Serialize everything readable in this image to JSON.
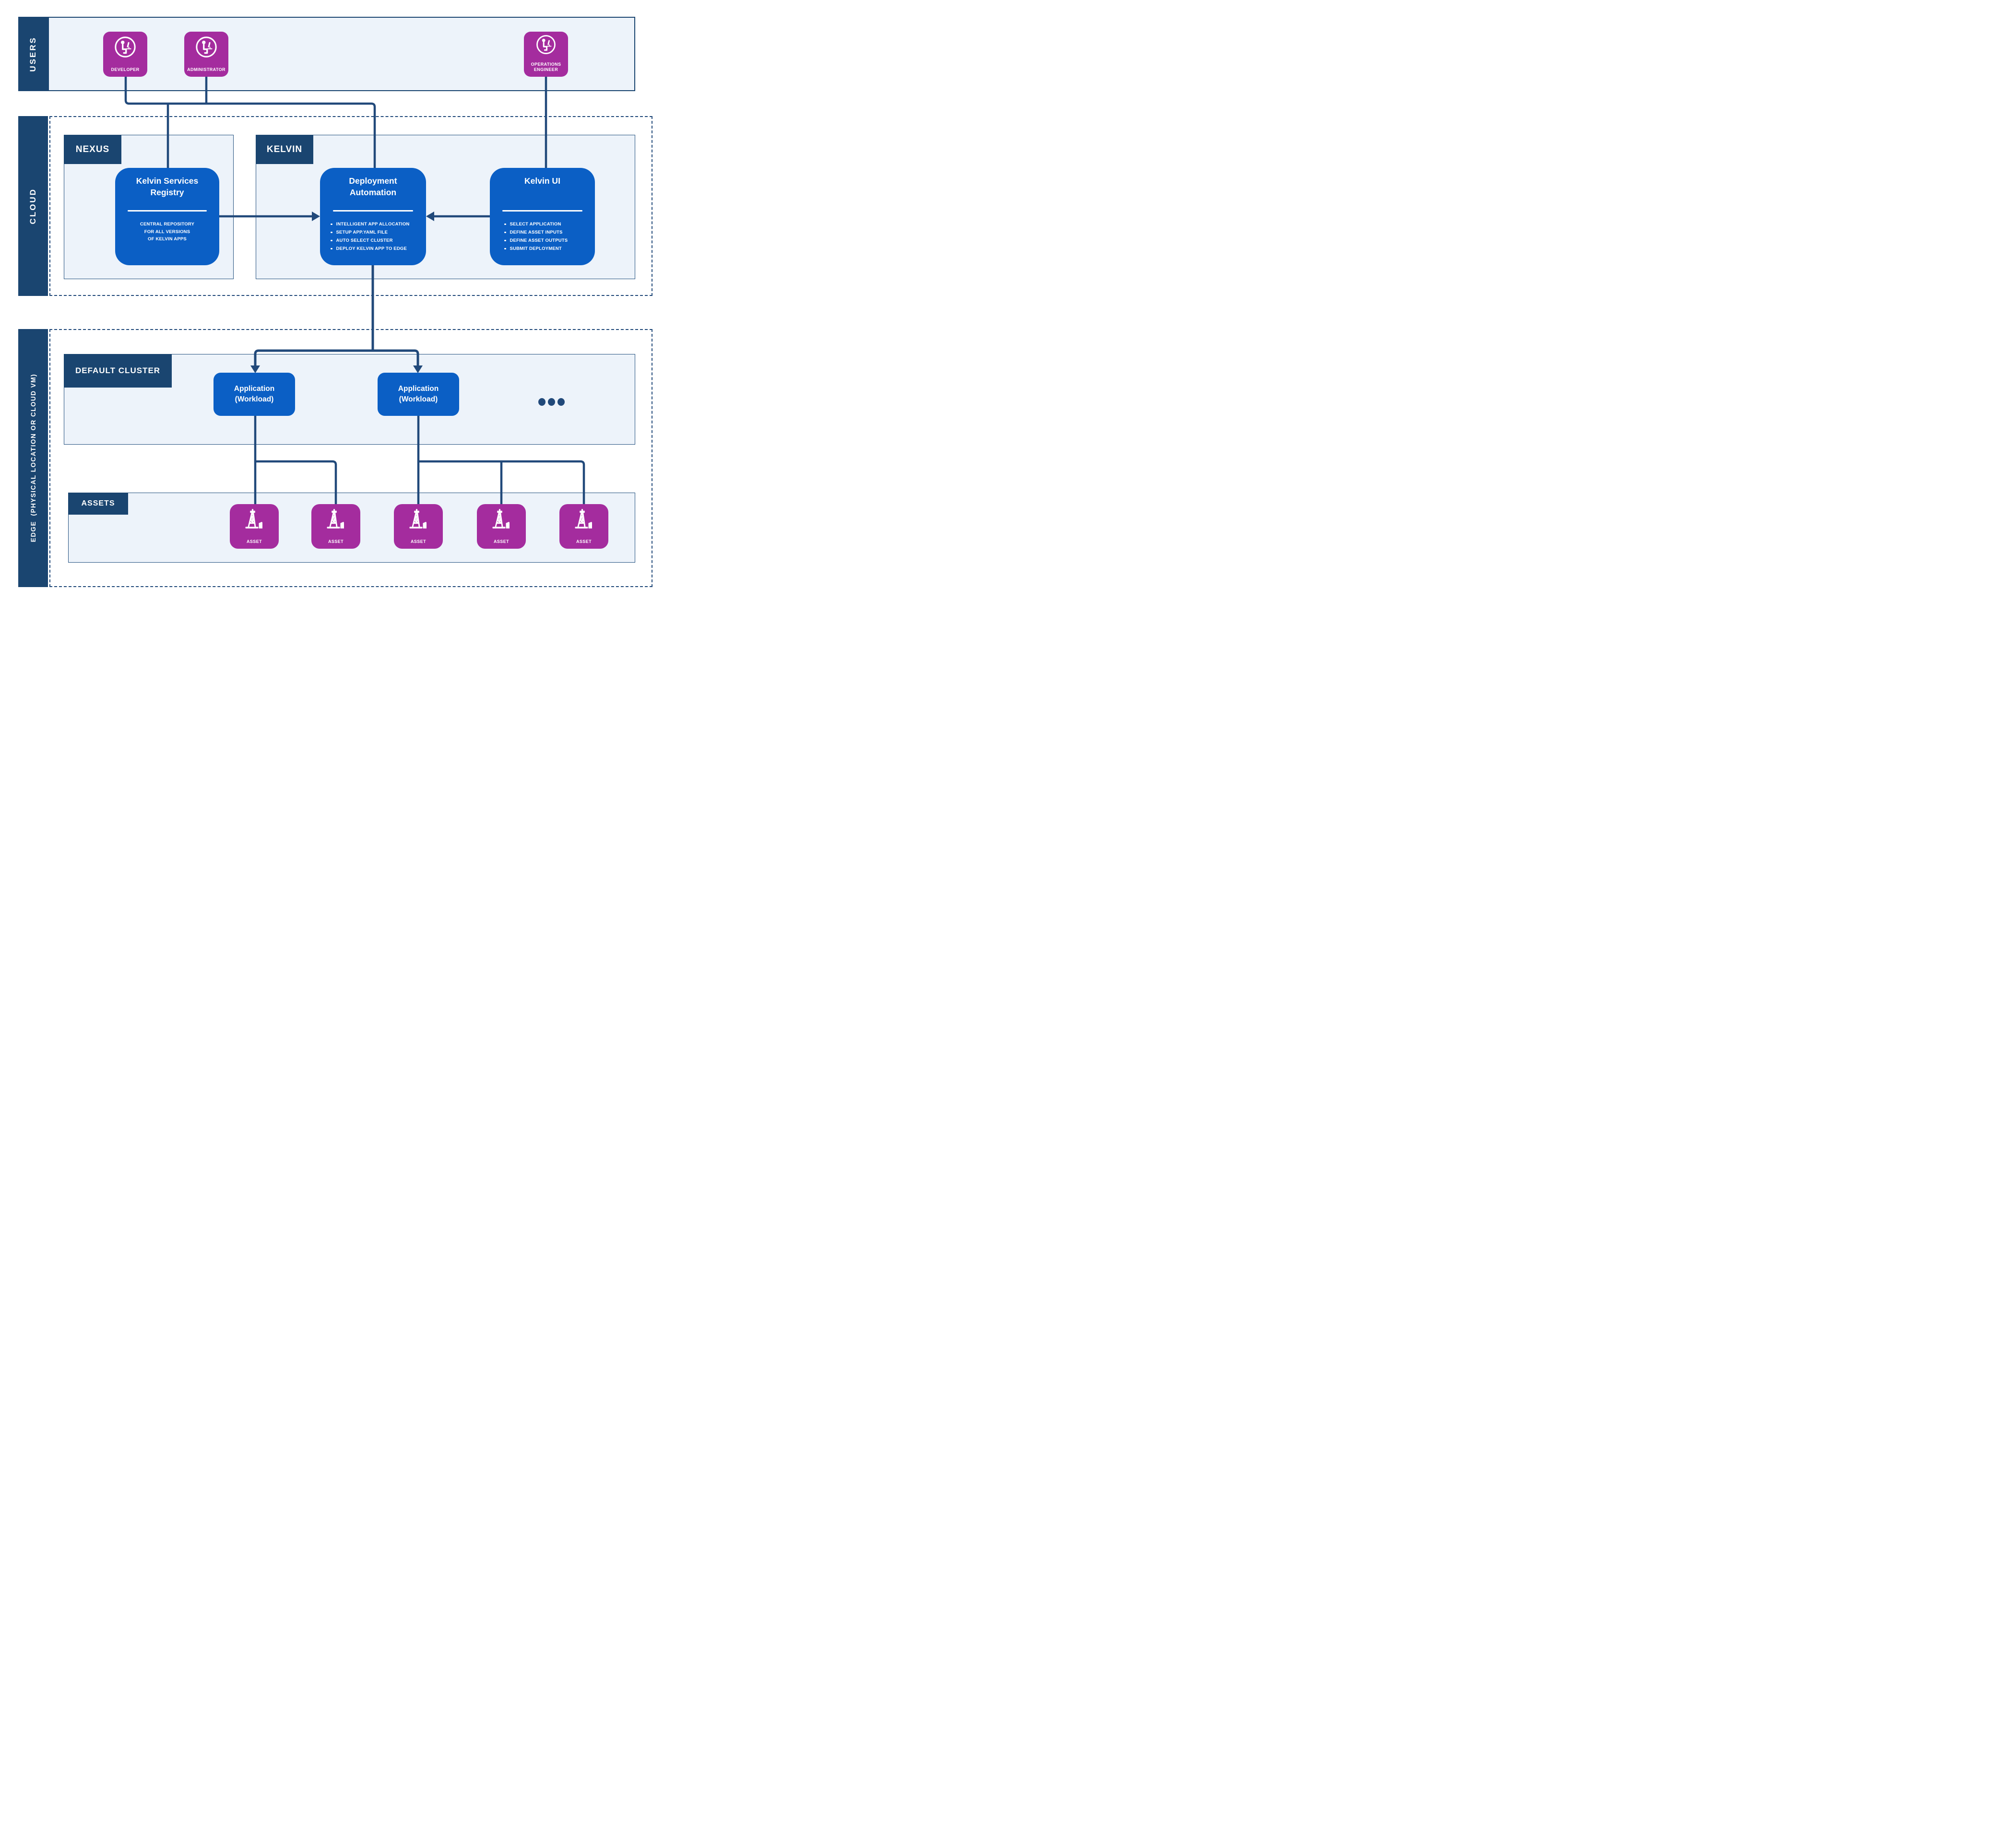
{
  "colors": {
    "navy": "#1A4570",
    "line": "#21497A",
    "panel": "#EDF3FA",
    "card-blue": "#0B5FC5",
    "card-purple": "#A42C9E",
    "text-light": "#FFFFFF"
  },
  "bands": {
    "users": {
      "label": "USERS"
    },
    "cloud": {
      "label": "CLOUD"
    },
    "edge": {
      "label": "EDGE  (PHYSICAL LOCATION OR CLOUD VM)"
    }
  },
  "users": {
    "developer": {
      "label": "DEVELOPER",
      "icon": "user-at-computer-icon"
    },
    "administrator": {
      "label": "ADMINISTRATOR",
      "icon": "user-at-computer-icon"
    },
    "operations_engineer": {
      "label": "OPERATIONS ENGINEER",
      "icon": "user-at-computer-icon"
    }
  },
  "cloud": {
    "nexus": {
      "tab": "NEXUS",
      "registry": {
        "title_line1": "Kelvin Services",
        "title_line2": "Registry",
        "body_line1": "CENTRAL REPOSITORY",
        "body_line2": "FOR ALL VERSIONS",
        "body_line3": "OF KELVIN APPS"
      }
    },
    "kelvin": {
      "tab": "KELVIN",
      "deployment_automation": {
        "title_line1": "Deployment",
        "title_line2": "Automation",
        "bullets": [
          "INTELLIGENT APP ALLOCATION",
          "SETUP APP.YAML FILE",
          "AUTO SELECT CLUSTER",
          "DEPLOY KELVIN APP TO EDGE"
        ]
      },
      "kelvin_ui": {
        "title": "Kelvin UI",
        "bullets": [
          "SELECT APPLICATION",
          "DEFINE ASSET INPUTS",
          "DEFINE ASSET OUTPUTS",
          "SUBMIT DEPLOYMENT"
        ]
      }
    }
  },
  "edge": {
    "default_cluster": {
      "tab": "DEFAULT CLUSTER",
      "applications": [
        {
          "title_line1": "Application",
          "title_line2": "(Workload)"
        },
        {
          "title_line1": "Application",
          "title_line2": "(Workload)"
        }
      ],
      "ellipsis_dot_count": 3
    },
    "assets": {
      "tab": "ASSETS",
      "items": [
        {
          "label": "ASSET",
          "icon": "oil-derrick-icon"
        },
        {
          "label": "ASSET",
          "icon": "oil-derrick-icon"
        },
        {
          "label": "ASSET",
          "icon": "oil-derrick-icon"
        },
        {
          "label": "ASSET",
          "icon": "oil-derrick-icon"
        },
        {
          "label": "ASSET",
          "icon": "oil-derrick-icon"
        }
      ]
    }
  }
}
